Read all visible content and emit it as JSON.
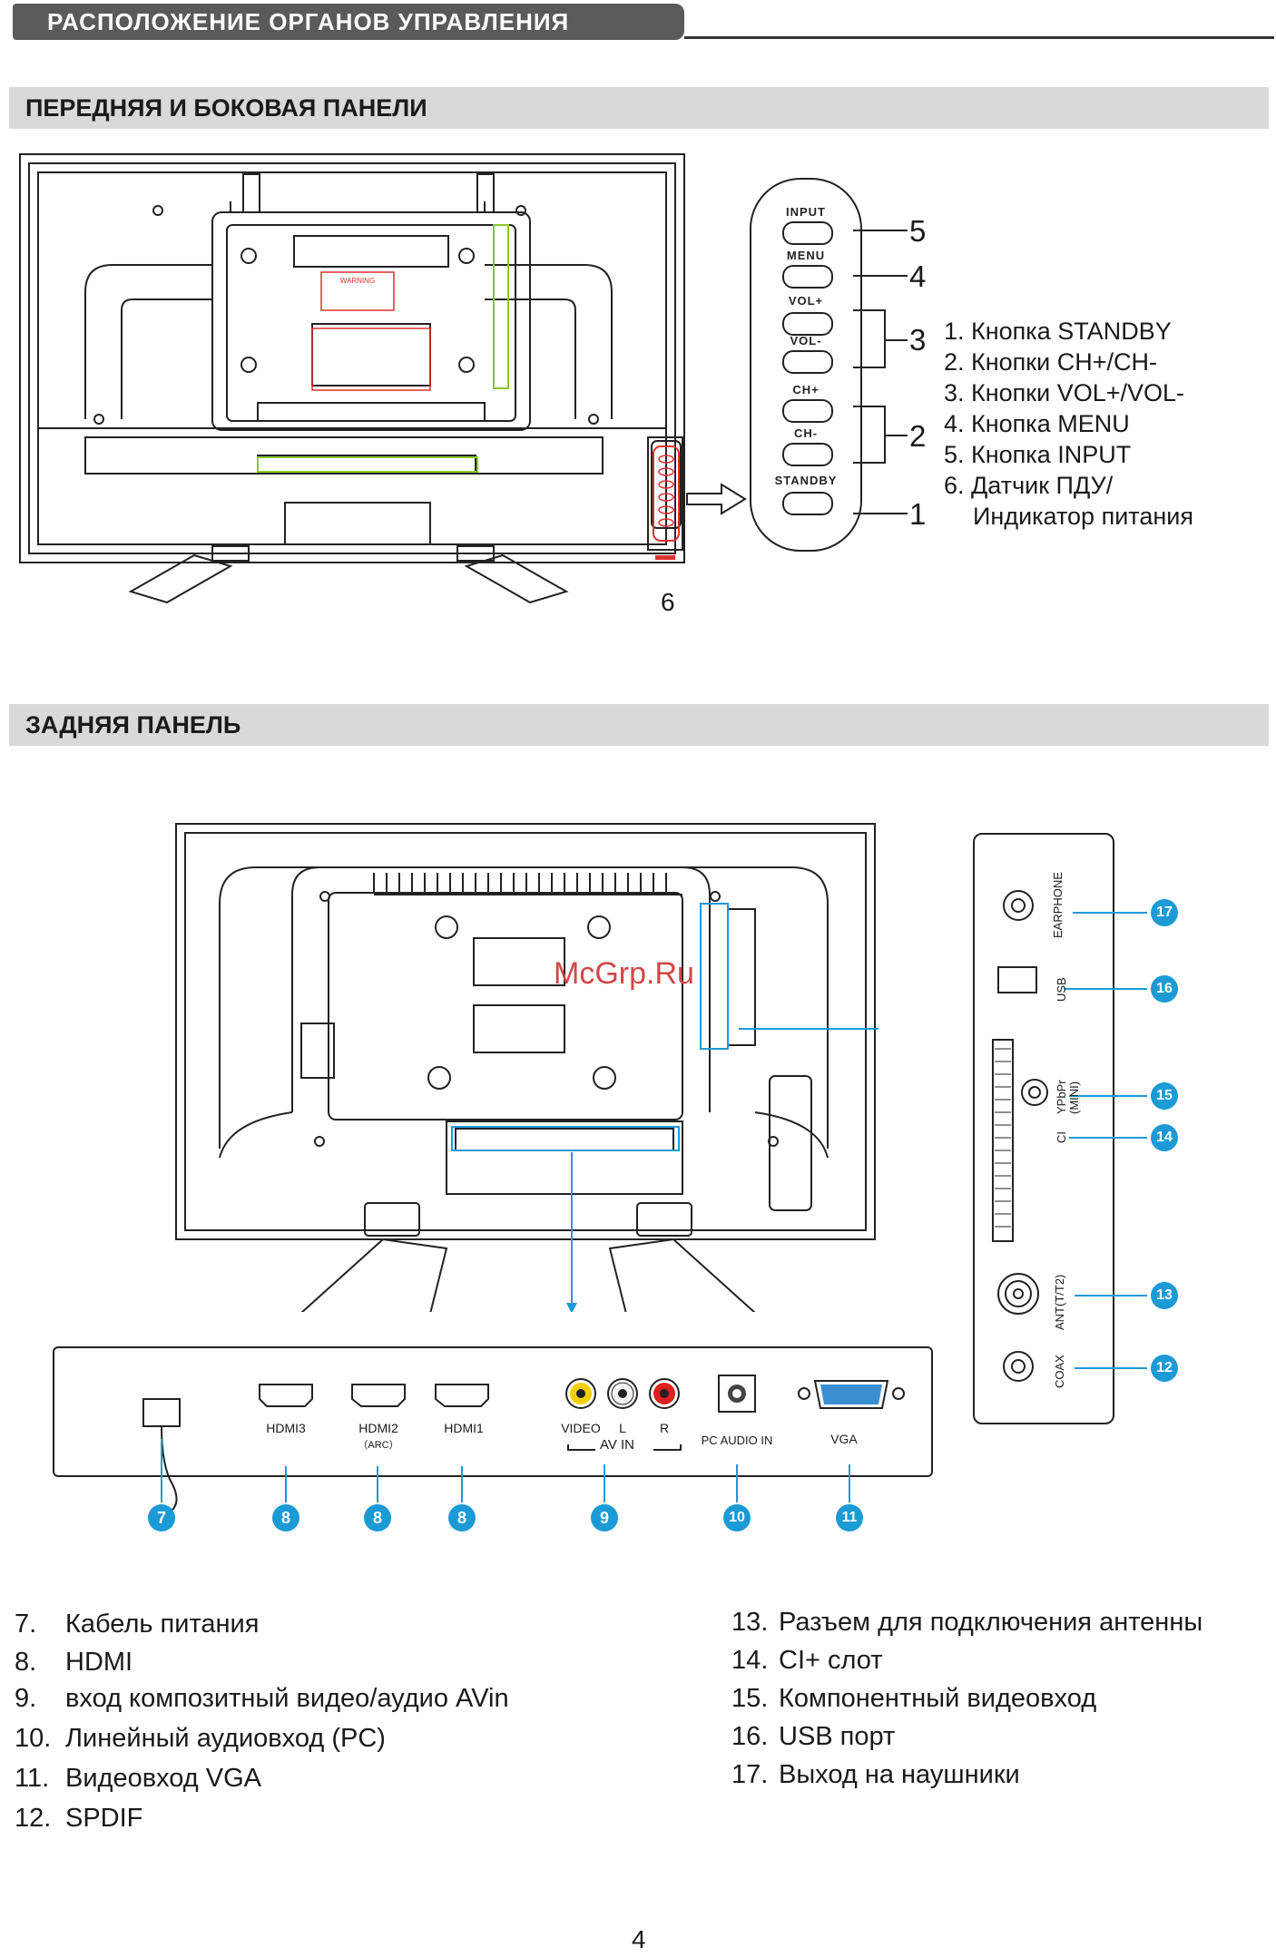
{
  "header": {
    "title": "РАСПОЛОЖЕНИЕ ОРГАНОВ УПРАВЛЕНИЯ"
  },
  "front_panel": {
    "heading": "ПЕРЕДНЯЯ И БОКОВАЯ ПАНЕЛИ",
    "warning_label": "WARNING",
    "button_labels": [
      "INPUT",
      "MENU",
      "VOL+",
      "VOL-",
      "CH+",
      "CH-",
      "STANDBY"
    ],
    "callouts": [
      "5",
      "4",
      "3",
      "2",
      "1",
      "6"
    ],
    "legend": [
      "1. Кнопка STANDBY",
      "2. Кнопки CH+/CH-",
      "3. Кнопки VOL+/VOL-",
      "4. Кнопка MENU",
      "5. Кнопка INPUT",
      "6. Датчик ПДУ/",
      "Индикатор питания"
    ]
  },
  "rear_panel": {
    "heading": "ЗАДНЯЯ ПАНЕЛЬ",
    "watermark": "McGrp.Ru",
    "bottom_ports": {
      "hdmi3": "HDMI3",
      "hdmi2": "HDMI2",
      "hdmi2_sub": "（ARC）",
      "hdmi1": "HDMI1",
      "video": "VIDEO",
      "l": "L",
      "r": "R",
      "av_in": "AV IN",
      "pc_audio": "PC AUDIO IN",
      "vga": "VGA"
    },
    "bottom_badges": [
      "7",
      "8",
      "8",
      "8",
      "9",
      "10",
      "11"
    ],
    "side_ports": {
      "earphone": "EARPHONE",
      "usb": "USB",
      "ypbpr": "YPbPr",
      "ypbpr_sub": "(MINI)",
      "ci": "CI",
      "ant": "ANT(T/T2)",
      "coax": "COAX"
    },
    "side_badges": [
      "17",
      "16",
      "15",
      "14",
      "13",
      "12"
    ]
  },
  "descriptions_left": [
    {
      "n": "7.",
      "text": "Кабель питания"
    },
    {
      "n": "8.",
      "text": "HDMI"
    },
    {
      "n": "9.",
      "text": "вход композитный видео/аудио AVin"
    },
    {
      "n": "10.",
      "text": "Линейный аудиовход (PC)"
    },
    {
      "n": "11.",
      "text": "Видеовход VGA"
    },
    {
      "n": "12.",
      "text": "SPDIF"
    }
  ],
  "descriptions_right": [
    {
      "n": "13.",
      "text": "Разъем для подключения антенны"
    },
    {
      "n": "14.",
      "text": "CI+ слот"
    },
    {
      "n": "15.",
      "text": "Компонентный видеовход"
    },
    {
      "n": "16.",
      "text": "USB порт"
    },
    {
      "n": "17.",
      "text": "Выход на наушники"
    }
  ],
  "page_number": "4"
}
